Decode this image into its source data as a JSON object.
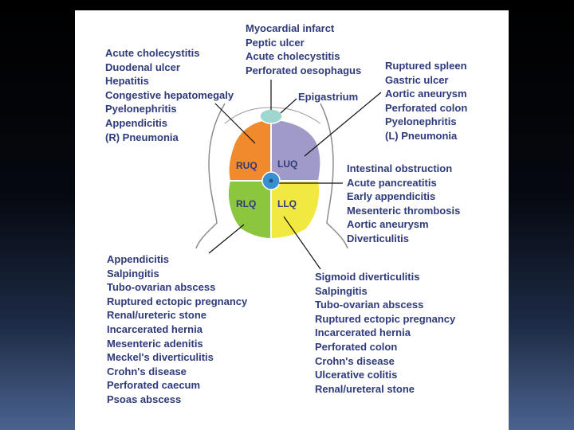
{
  "slide": {
    "background_colors": {
      "top": "#000000",
      "bottom": "#4a638f"
    },
    "text_color": "#2e3a7a"
  },
  "diagram": {
    "quadrants": {
      "ruq": {
        "label": "RUQ",
        "color": "#f08a2c"
      },
      "luq": {
        "label": "LUQ",
        "color": "#a09ac9"
      },
      "rlq": {
        "label": "RLQ",
        "color": "#8cc63f"
      },
      "llq": {
        "label": "LLQ",
        "color": "#f2e842"
      }
    },
    "center_color": "#3a8fd0",
    "epigastrium_color": "#9fd6d0",
    "epigastrium_label": "Epigastrium",
    "lists": {
      "epigastric": [
        "Myocardial infarct",
        "Peptic ulcer",
        "Acute cholecystitis",
        "Perforated oesophagus"
      ],
      "ruq": [
        "Acute cholecystitis",
        "Duodenal ulcer",
        "Hepatitis",
        "Congestive hepatomegaly",
        "Pyelonephritis",
        "Appendicitis",
        "(R) Pneumonia"
      ],
      "luq": [
        "Ruptured spleen",
        "Gastric ulcer",
        "Aortic aneurysm",
        "Perforated colon",
        "Pyelonephritis",
        "(L) Pneumonia"
      ],
      "periumbilical": [
        "Intestinal obstruction",
        "Acute pancreatitis",
        "Early appendicitis",
        "Mesenteric thrombosis",
        "Aortic aneurysm",
        "Diverticulitis"
      ],
      "rlq": [
        "Appendicitis",
        "Salpingitis",
        "Tubo-ovarian abscess",
        "Ruptured ectopic pregnancy",
        "Renal/ureteric stone",
        "Incarcerated hernia",
        "Mesenteric adenitis",
        "Meckel's diverticulitis",
        "Crohn's disease",
        "Perforated caecum",
        "Psoas abscess"
      ],
      "llq": [
        "Sigmoid diverticulitis",
        "Salpingitis",
        "Tubo-ovarian abscess",
        "Ruptured ectopic pregnancy",
        "Incarcerated hernia",
        "Perforated colon",
        "Crohn's disease",
        "Ulcerative colitis",
        "Renal/ureteral stone"
      ]
    }
  }
}
